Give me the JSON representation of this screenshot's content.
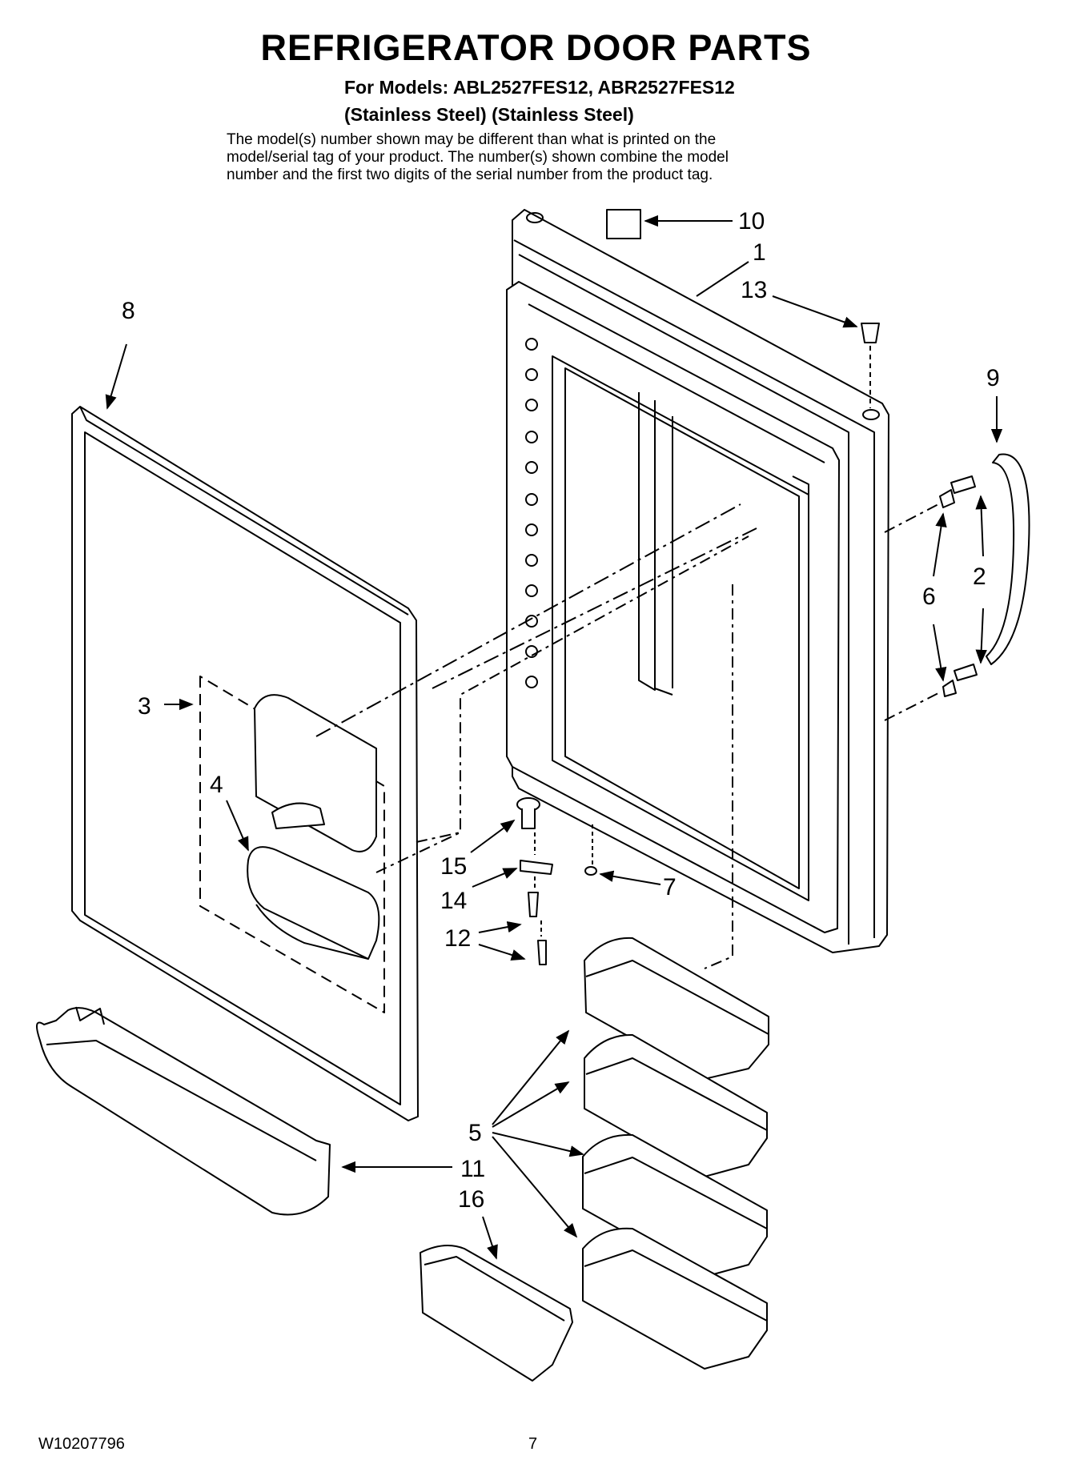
{
  "header": {
    "title": "REFRIGERATOR DOOR PARTS",
    "subtitle": "For Models: ABL2527FES12, ABR2527FES12",
    "finish": "(Stainless Steel) (Stainless Steel)",
    "note_lines": [
      "The model(s) number shown may be different than what is printed on the",
      "model/serial tag of your product. The number(s) shown combine the model",
      "number and the first two digits of the serial number from the product tag."
    ]
  },
  "callouts": {
    "c1": "1",
    "c2": "2",
    "c3": "3",
    "c4": "4",
    "c5": "5",
    "c6": "6",
    "c7": "7",
    "c8": "8",
    "c9": "9",
    "c10": "10",
    "c11": "11",
    "c12": "12",
    "c13": "13",
    "c14": "14",
    "c15": "15",
    "c16": "16"
  },
  "footer": {
    "doc_number": "W10207796",
    "page": "7"
  }
}
